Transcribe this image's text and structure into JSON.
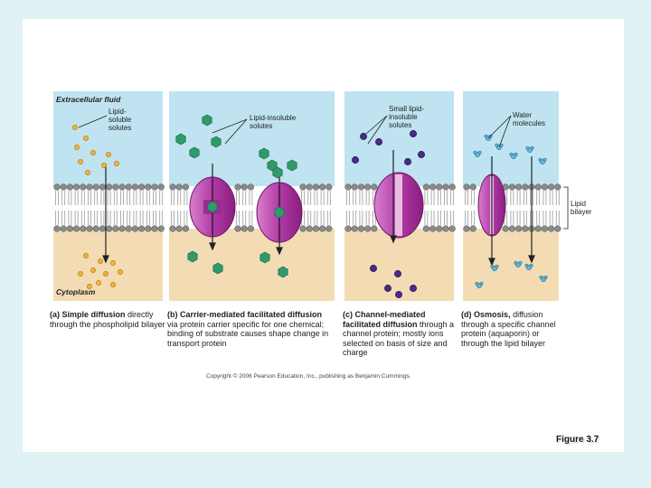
{
  "panels": {
    "a": {
      "region_top": "Extracellular fluid",
      "region_bottom": "Cytoplasm",
      "label": "Lipid-\nsoluble\nsolutes",
      "caption_letter": "(a)",
      "caption_bold": "Simple diffusion",
      "caption_rest": "directly through the phospholipid bilayer"
    },
    "b": {
      "label": "Lipid-insoluble\nsolutes",
      "caption_letter": "(b)",
      "caption_bold": "Carrier-mediated facilitated diffusion",
      "caption_rest": "via protein carrier specific for one chemical; binding of substrate causes shape change in transport protein"
    },
    "c": {
      "label": "Small lipid-\ninsoluble\nsolutes",
      "caption_letter": "(c)",
      "caption_bold": "Channel-mediated facilitated diffusion",
      "caption_rest": "through a channel protein; mostly ions selected on basis of size and charge"
    },
    "d": {
      "label": "Water\nmolecules",
      "caption_letter": "(d)",
      "caption_bold": "Osmosis,",
      "caption_rest": "diffusion through a specific channel protein (aquaporin) or through the lipid bilayer"
    }
  },
  "lipid_bilayer_label": "Lipid\nbilayer",
  "copyright": "Copyright © 2006 Pearson Education, Inc., publishing as Benjamin Cummings.",
  "figure_label": "Figure 3.7",
  "colors": {
    "extracellular": "#bfe3f0",
    "cytoplasm": "#f3dcb4",
    "lipid_head": "#8a8a8a",
    "protein": "#b23aa6",
    "solute_lipid_soluble": "#f2b338",
    "solute_insoluble": "#2f9a6a",
    "ion": "#4b2a8a",
    "water": "#6ab8d8"
  }
}
